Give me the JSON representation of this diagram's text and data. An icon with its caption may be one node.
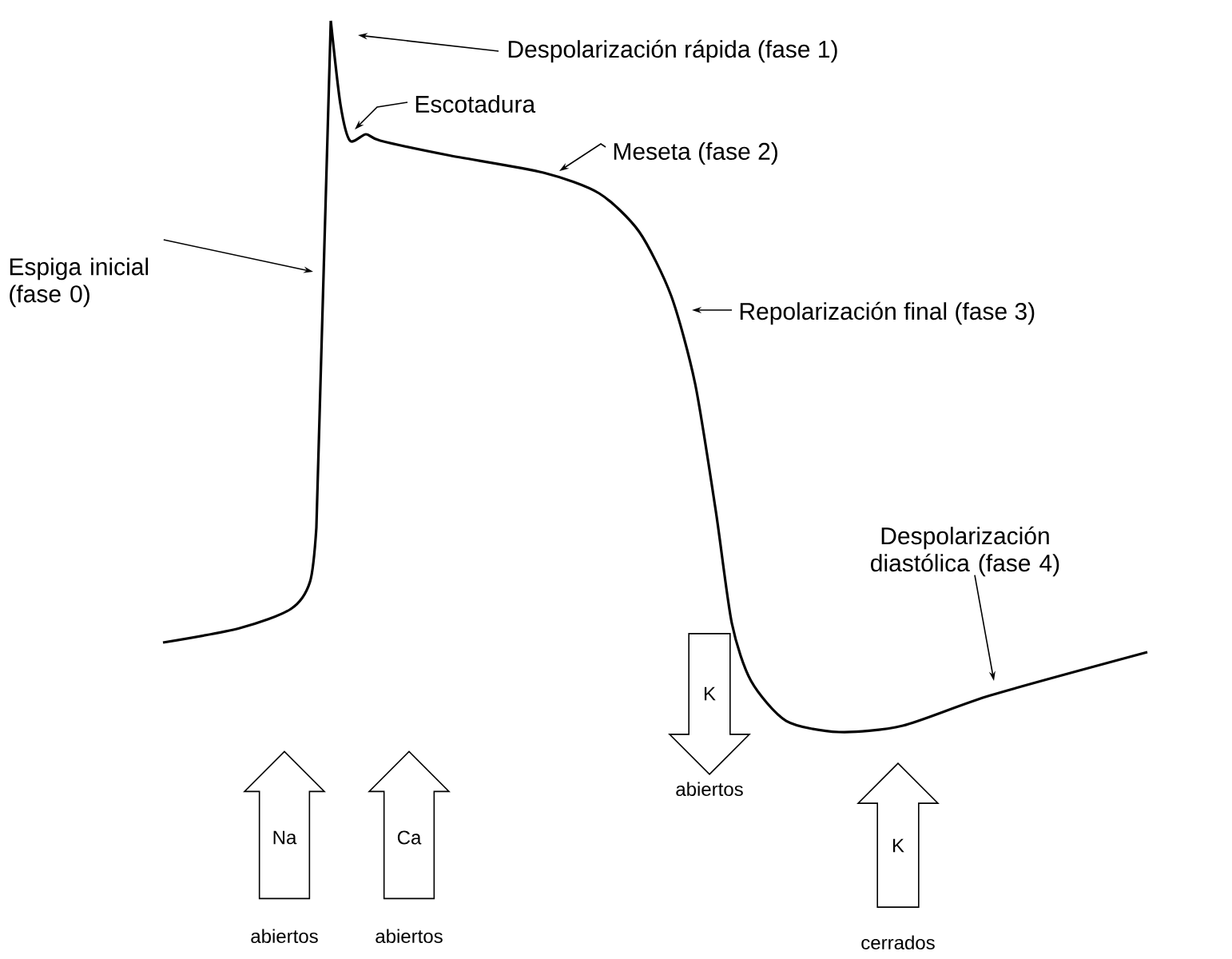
{
  "diagram": {
    "nodes": [
      {
        "text": [
          "Despolarización rápida (fase 1)"
        ]
      },
      {
        "text": [
          "Escotadura"
        ]
      },
      {
        "text": [
          "Meseta (fase 2)"
        ]
      },
      {
        "text": [
          "Espiga inicial (fase 0)"
        ]
      },
      {
        "text": [
          "Repolarización final (fase 3)"
        ]
      },
      {
        "text": [
          "Despolarización diastólica (fase 4)"
        ]
      },
      {
        "text": [
          "Na"
        ],
        "beside": [
          "abiertos"
        ]
      },
      {
        "text": [
          "Ca"
        ],
        "beside": [
          "abiertos"
        ]
      },
      {
        "text": [
          "K"
        ],
        "beside": [
          "abiertos"
        ]
      },
      {
        "text": [
          "K"
        ],
        "beside": [
          "cerrados"
        ]
      }
    ],
    "edges": [
      {
        "from": 0,
        "to": null,
        "arrow": "to"
      },
      {
        "from": 1,
        "to": null,
        "arrow": "to"
      },
      {
        "from": 2,
        "to": null,
        "arrow": "to"
      },
      {
        "from": 3,
        "to": null,
        "arrow": "to"
      },
      {
        "from": 4,
        "to": null,
        "arrow": "to"
      },
      {
        "from": 5,
        "to": null,
        "arrow": "to"
      }
    ]
  }
}
